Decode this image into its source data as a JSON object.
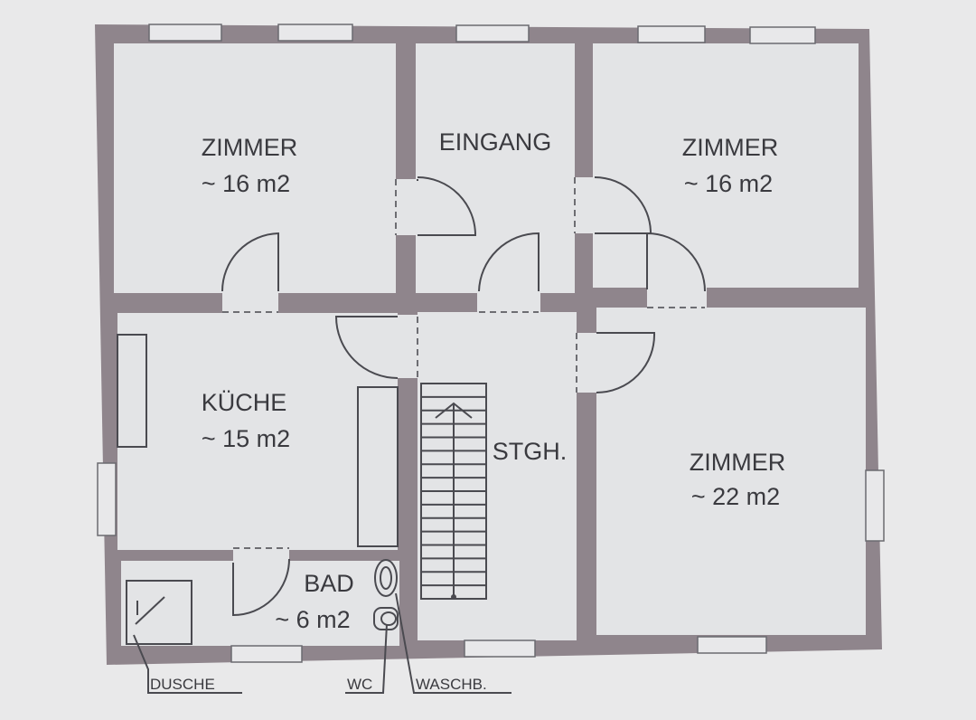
{
  "rooms": {
    "zimmer_top_left": {
      "name": "ZIMMER",
      "area": "~ 16 m2"
    },
    "eingang": {
      "name": "EINGANG"
    },
    "zimmer_top_right": {
      "name": "ZIMMER",
      "area": "~ 16 m2"
    },
    "kueche": {
      "name": "KÜCHE",
      "area": "~ 15 m2"
    },
    "stgh": {
      "name": "STGH."
    },
    "zimmer_bottom_right": {
      "name": "ZIMMER",
      "area": "~ 22 m2"
    },
    "bad": {
      "name": "BAD",
      "area": "~ 6 m2"
    }
  },
  "fixtures": {
    "dusche": "DUSCHE",
    "wc": "WC",
    "waschb": "WASCHB."
  },
  "colors": {
    "wall": "#8f858c",
    "floor": "#e3e4e6",
    "paper": "#e9e9ea",
    "ink": "#3a3a3f"
  }
}
